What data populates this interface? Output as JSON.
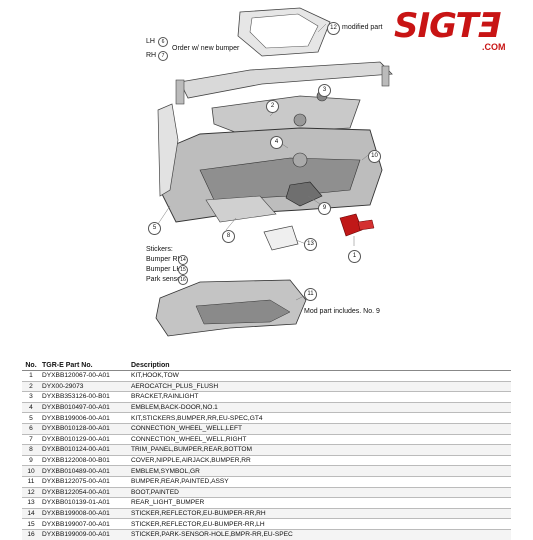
{
  "logo": {
    "brand": "SIGTƎ",
    "domain": ".COM"
  },
  "diagram": {
    "callout_lh": "LH",
    "callout_lh_num": "6",
    "callout_rh": "RH",
    "callout_rh_num": "7",
    "order_note": "Order w/ new bumper",
    "modified_num": "12",
    "modified_note": "modified part",
    "mod_num": "11",
    "mod_note": "Mod part includes. No. 9",
    "stickers_title": "Stickers:",
    "stickers": [
      {
        "label": "Bumper RH",
        "num": "14"
      },
      {
        "label": "Bumper LH",
        "num": "15"
      },
      {
        "label": "Park sensors",
        "num": "16"
      }
    ],
    "callouts": [
      "2",
      "3",
      "4",
      "5",
      "8",
      "9",
      "10",
      "13",
      "1"
    ]
  },
  "table": {
    "headers": {
      "no": "No.",
      "part": "TGR-E Part No.",
      "desc": "Description"
    },
    "rows": [
      {
        "no": "1",
        "part": "DYXBB120067-00-A01",
        "desc": "KIT,HOOK,TOW"
      },
      {
        "no": "2",
        "part": "DYX00-29073",
        "desc": "AEROCATCH_PLUS_FLUSH"
      },
      {
        "no": "3",
        "part": "DYXBB353126-00-B01",
        "desc": "BRACKET,RAINLIGHT"
      },
      {
        "no": "4",
        "part": "DYXBB010497-00-A01",
        "desc": "EMBLEM,BACK-DOOR,NO.1"
      },
      {
        "no": "5",
        "part": "DYXBB199006-00-A01",
        "desc": "KIT,STICKERS,BUMPER,RR,EU-SPEC,GT4"
      },
      {
        "no": "6",
        "part": "DYXBB010128-00-A01",
        "desc": "CONNECTION_WHEEL_WELL,LEFT"
      },
      {
        "no": "7",
        "part": "DYXBB010129-00-A01",
        "desc": "CONNECTION_WHEEL_WELL,RIGHT"
      },
      {
        "no": "8",
        "part": "DYXBB010124-00-A01",
        "desc": "TRIM_PANEL,BUMPER,REAR,BOTTOM"
      },
      {
        "no": "9",
        "part": "DYXBB122008-00-B01",
        "desc": "COVER,NIPPLE,AIRJACK,BUMPER,RR"
      },
      {
        "no": "10",
        "part": "DYXBB010489-00-A01",
        "desc": "EMBLEM,SYMBOL,GR"
      },
      {
        "no": "11",
        "part": "DYXBB122075-00-A01",
        "desc": "BUMPER,REAR,PAINTED,ASSY"
      },
      {
        "no": "12",
        "part": "DYXBB122054-00-A01",
        "desc": "BOOT,PAINTED"
      },
      {
        "no": "13",
        "part": "DYXBB010139-01-A01",
        "desc": "REAR_LIGHT_BUMPER"
      },
      {
        "no": "14",
        "part": "DYXBB199008-00-A01",
        "desc": "STICKER,REFLECTOR,EU-BUMPER-RR,RH"
      },
      {
        "no": "15",
        "part": "DYXBB199007-00-A01",
        "desc": "STICKER,REFLECTOR,EU-BUMPER-RR,LH"
      },
      {
        "no": "16",
        "part": "DYXBB199009-00-A01",
        "desc": "STICKER,PARK-SENSOR-HOLE,BMPR-RR,EU-SPEC"
      }
    ]
  }
}
